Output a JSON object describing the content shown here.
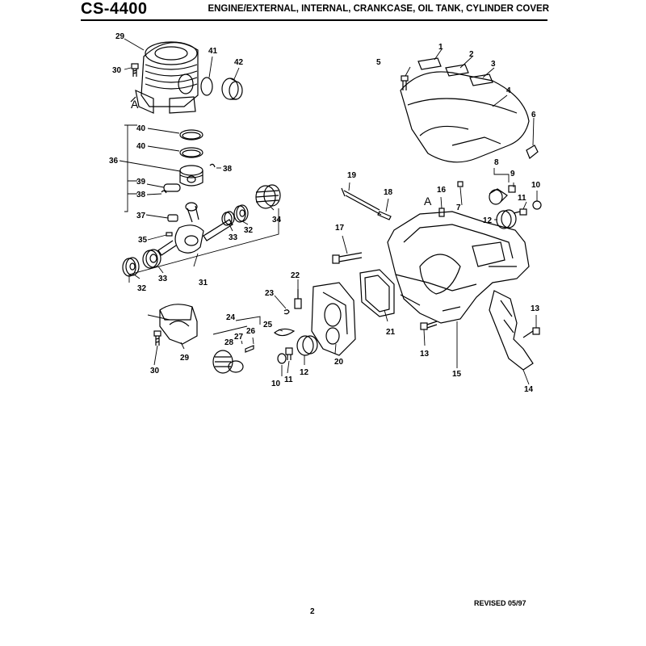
{
  "header": {
    "model": "CS-4400",
    "title": "ENGINE/EXTERNAL, INTERNAL, CRANKCASE, OIL TANK, CYLINDER COVER"
  },
  "callouts": {
    "c1": "1",
    "c2": "2",
    "c3": "3",
    "c4": "4",
    "c5": "5",
    "c6": "6",
    "c7": "7",
    "c8": "8",
    "c9": "9",
    "c10a": "10",
    "c10b": "10",
    "c11a": "11",
    "c11b": "11",
    "c12a": "12",
    "c12b": "12",
    "c13a": "13",
    "c13b": "13",
    "c14": "14",
    "c15": "15",
    "c16": "16",
    "c17": "17",
    "c18": "18",
    "c19": "19",
    "c20": "20",
    "c21": "21",
    "c22": "22",
    "c23": "23",
    "c24": "24",
    "c25": "25",
    "c26": "26",
    "c27": "27",
    "c28": "28",
    "c29a": "29",
    "c29b": "29",
    "c30a": "30",
    "c30b": "30",
    "c31": "31",
    "c32a": "32",
    "c32b": "32",
    "c33a": "33",
    "c33b": "33",
    "c34": "34",
    "c35": "35",
    "c36": "36",
    "c37": "37",
    "c38a": "38",
    "c38b": "38",
    "c39": "39",
    "c40a": "40",
    "c40b": "40",
    "c41": "41",
    "c42": "42",
    "refA1": "A",
    "refA2": "A"
  },
  "footer": {
    "revised": "REVISED 05/97",
    "page": "2"
  }
}
